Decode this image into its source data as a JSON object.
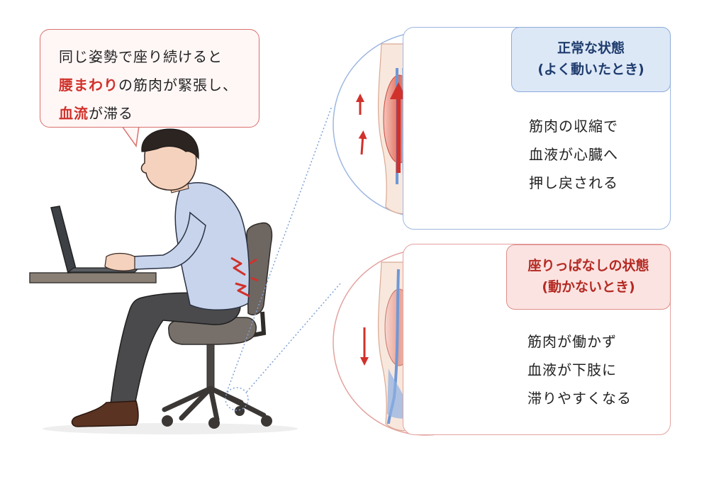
{
  "speech_bubble": {
    "line1": "同じ姿勢で座り続けると",
    "line2_highlight": "腰まわり",
    "line2_rest": "の筋肉が緊張し、",
    "line3_highlight": "血流",
    "line3_rest": "が滞る"
  },
  "normal_state": {
    "title": "正常な状態",
    "subtitle": "(よく動いたとき)",
    "desc_line1": "筋肉の収縮で",
    "desc_line2": "血液が心臓へ",
    "desc_line3": "押し戻される"
  },
  "sitting_state": {
    "title": "座りっぱなしの状態",
    "subtitle": "(動かないとき)",
    "desc_line1": "筋肉が働かず",
    "desc_line2": "血液が下肢に",
    "desc_line3": "滞りやすくなる"
  },
  "colors": {
    "accent_red": "#d1312b",
    "blood_blue": "#5f8fd0",
    "normal_border": "#9db7e0",
    "sitting_border": "#e3a29f"
  },
  "icons": [
    "laptop-icon",
    "office-chair-icon",
    "pain-spark-icon",
    "up-arrow-icon",
    "down-arrow-icon"
  ]
}
